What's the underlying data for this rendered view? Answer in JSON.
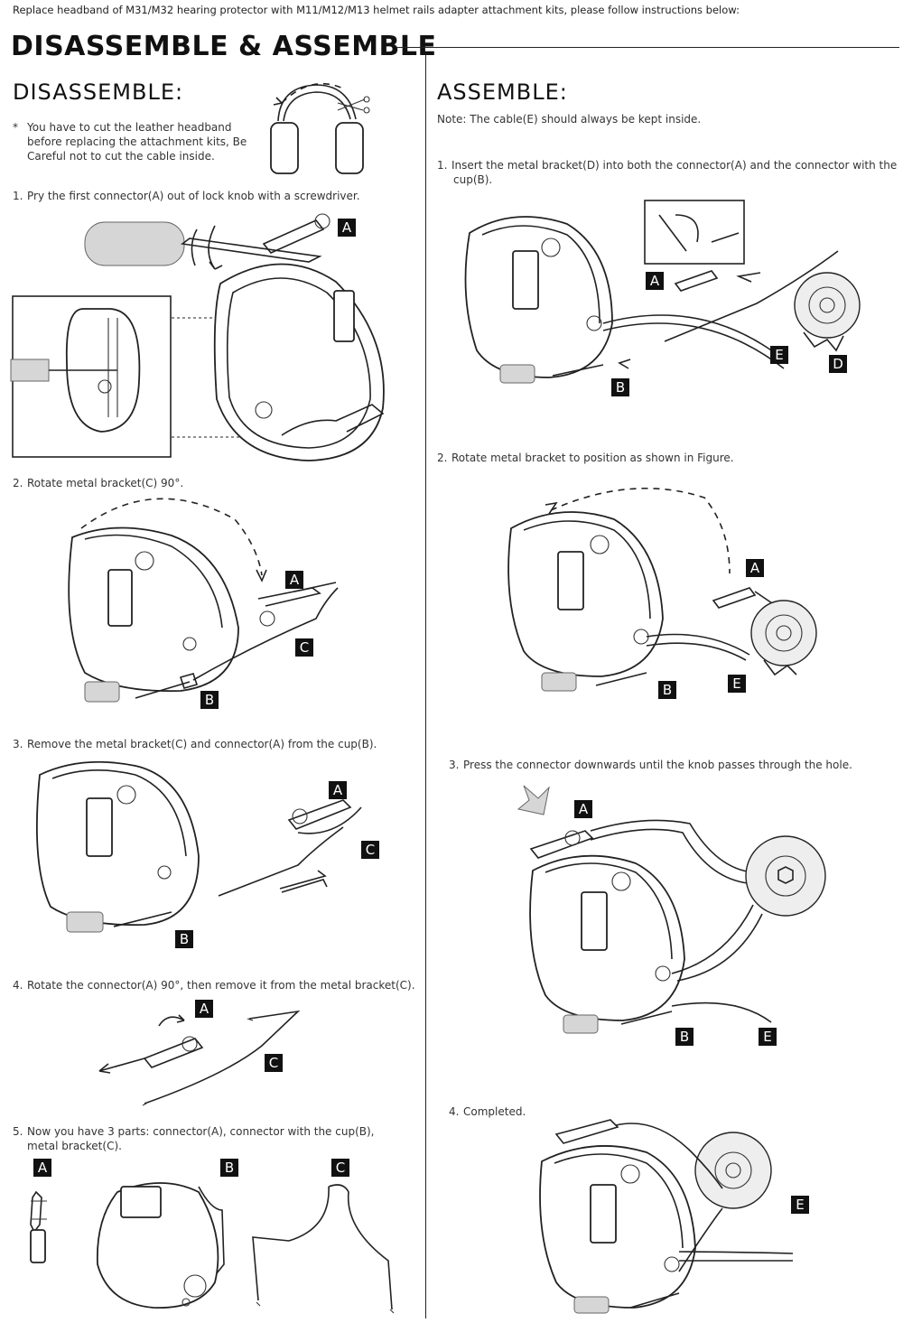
{
  "intro": "Replace headband of M31/M32 hearing protector with M11/M12/M13 helmet rails adapter attachment kits, please follow instructions below:",
  "title": "DISASSEMBLE & ASSEMBLE",
  "disassemble": {
    "heading": "DISASSEMBLE:",
    "note_bullet": "*",
    "note_lines": [
      "You have to cut the leather headband",
      "before replacing the attachment kits, Be",
      "Careful not to cut the cable inside."
    ],
    "steps": [
      {
        "num": "1.",
        "lines": [
          "Pry the first connector(A) out of lock knob with a screwdriver."
        ]
      },
      {
        "num": "2.",
        "lines": [
          "Rotate metal bracket(C) 90°."
        ]
      },
      {
        "num": "3.",
        "lines": [
          "Remove the metal bracket(C) and connector(A) from the cup(B)."
        ]
      },
      {
        "num": "4.",
        "lines": [
          "Rotate the connector(A) 90°, then remove it from the metal bracket(C)."
        ]
      },
      {
        "num": "5.",
        "lines": [
          "Now you have 3 parts: connector(A), connector with the cup(B),",
          "metal bracket(C)."
        ]
      }
    ]
  },
  "assemble": {
    "heading": "ASSEMBLE:",
    "note": "Note: The cable(E) should always be kept inside.",
    "steps": [
      {
        "num": "1.",
        "lines": [
          "Insert the metal bracket(D) into both the connector(A) and the connector with the",
          "cup(B)."
        ]
      },
      {
        "num": "2.",
        "lines": [
          "Rotate metal bracket to position as shown in Figure."
        ]
      },
      {
        "num": "3.",
        "lines": [
          "Press the connector downwards until the knob passes through the hole."
        ]
      },
      {
        "num": "4.",
        "lines": [
          "Completed."
        ]
      }
    ]
  },
  "labels": {
    "a": "A",
    "b": "B",
    "c": "C",
    "d": "D",
    "e": "E"
  }
}
